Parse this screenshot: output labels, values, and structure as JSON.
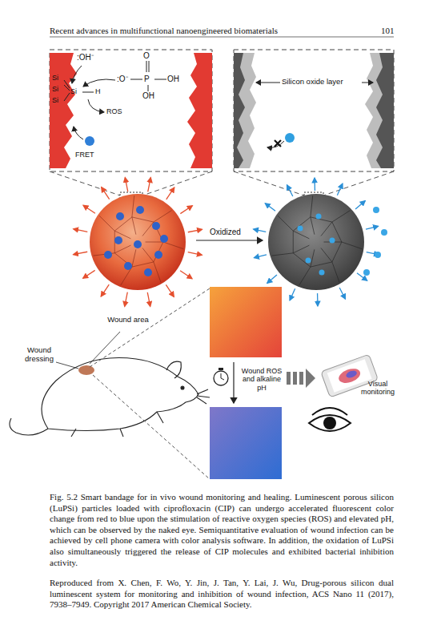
{
  "diagram": {
    "caption": "Fig. 5.2 Smart bandage for in vivo wound monitoring and healing. Luminescent porous silicon (LuPSi) particles loaded with ciprofloxacin (CIP) can undergo accelerated fluorescent color change from red to blue upon the stimulation of reactive oxygen species (ROS) and elevated pH, which can be observed by the naked eye. Semiquantitative evaluation of wound infection can be achieved by cell phone camera with color analysis software. In addition, the oxidation of LuPSi also simultaneously triggered the release of CIP molecules and exhibited bacterial inhibition activity.",
    "labels": [
      "Recent advances in multifunctional nanoengineered biomaterials",
      "101",
      ":OH⁻",
      "O",
      ":O⁻",
      "P",
      "OH",
      "OH",
      "Si",
      "Si",
      "Si",
      "Si",
      "H",
      "ROS",
      "FRET",
      "Silicon oxide layer",
      "Oxidized",
      "Wound area",
      "Wound dressing",
      "Wound ROS and alkaline pH",
      "Visual monitoring",
      "Reproduced from X. Chen, F. Wo, Y. Jin, J. Tan, Y. Lai, J. Wu, Drug-porous silicon dual luminescent system for monitoring and inhibition of wound infection, ACS Nano 11 (2017), 7938–7949. Copyright 2017 American Chemical Society."
    ]
  }
}
